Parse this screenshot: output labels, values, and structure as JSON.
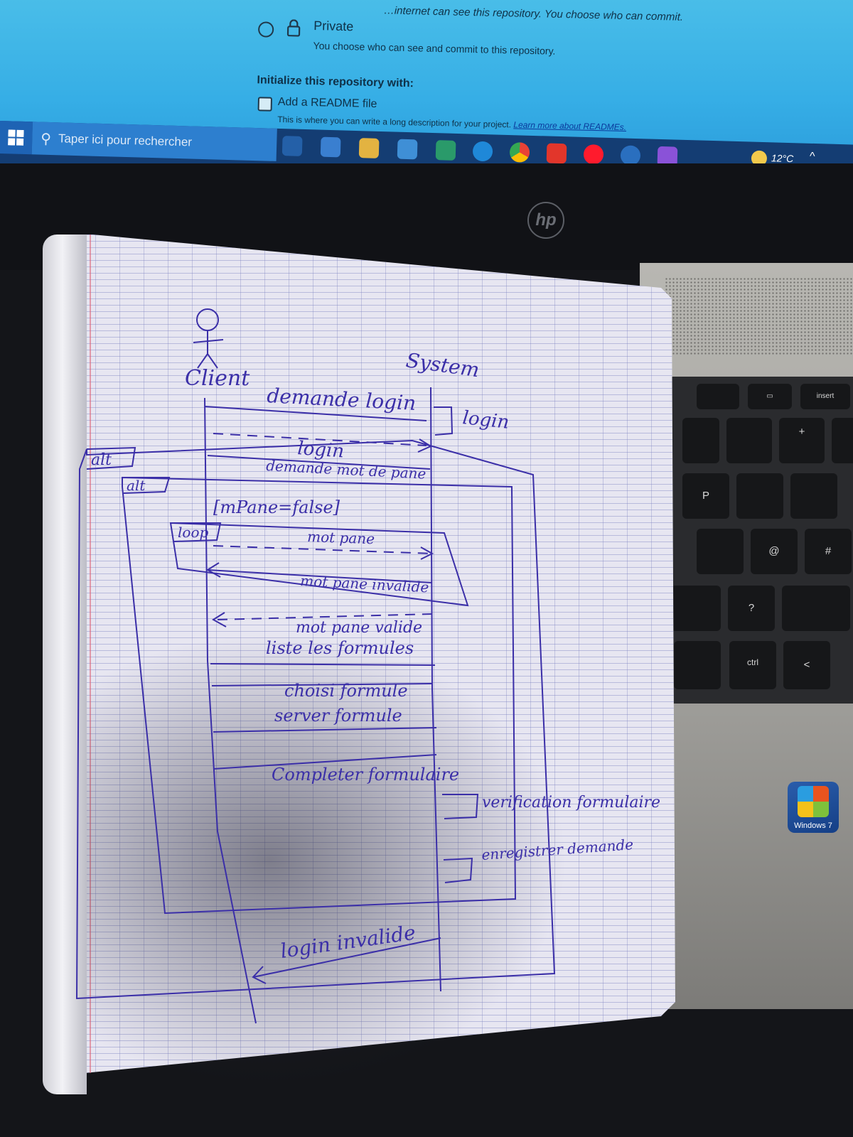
{
  "screen": {
    "top_line": "…internet can see this repository. You choose who can commit.",
    "private_label": "Private",
    "private_desc": "You choose who can see and commit to this repository.",
    "init_heading": "Initialize this repository with:",
    "readme_label": "Add a README file",
    "readme_desc": "This is where you can write a long description for your project.",
    "readme_link": "Learn more about READMEs.",
    "search_placeholder": "Taper ici pour rechercher",
    "weather": "12°C"
  },
  "laptop": {
    "brand": "hp",
    "sticker": "Windows 7",
    "keys": [
      "P",
      "ctrl",
      "@",
      "#",
      "?",
      "insert",
      "+",
      "<"
    ]
  },
  "diagram": {
    "actor": "Client",
    "system": "System",
    "fragments": {
      "alt_outer": "alt",
      "alt_inner": "alt",
      "loop": "loop",
      "guard": "[mPane=false]"
    },
    "messages": [
      "demande login",
      "login",
      "login",
      "demande mot de pane",
      "mot pane",
      "mot pane invalide",
      "mot pane valide",
      "liste les formules",
      "choisi formule",
      "server formule",
      "Completer formulaire",
      "verification formulaire",
      "enregistrer demande",
      "login invalide"
    ]
  }
}
